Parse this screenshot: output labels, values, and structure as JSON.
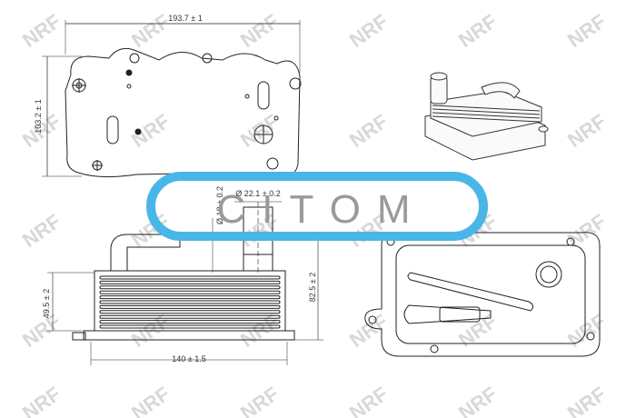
{
  "brand": {
    "name": "CITOM",
    "color": "#49b6e8"
  },
  "watermark": {
    "text": "NRF",
    "color": "#dcdcdc"
  },
  "dimensions": {
    "top_width": "193.7 ± 1",
    "top_height": "103.2 ± 1",
    "side_length": "140 ± 1.5",
    "side_total_height": "82.5 ± 2",
    "side_body_height": "49.5 ± 2",
    "port_diameter_small": "Ø 18 ± 0.2",
    "port_diameter_large": "Ø 22.1 ± 0.2"
  },
  "views": {
    "top": "top-view",
    "iso": "isometric-view",
    "side": "side-view",
    "bottom": "bottom-view"
  }
}
